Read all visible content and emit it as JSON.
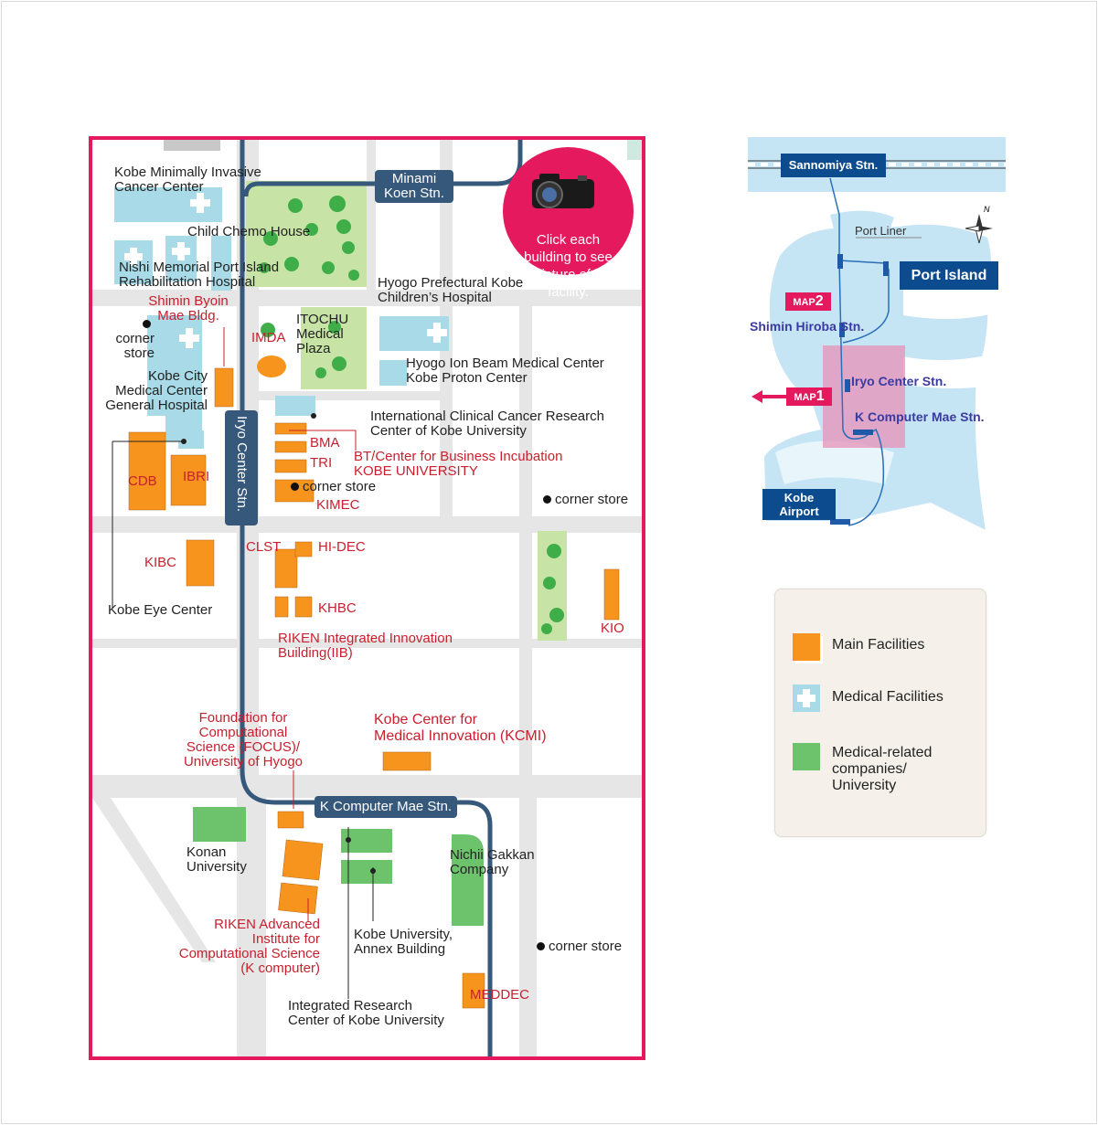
{
  "camera_note": "Click each\nbuilding to see\na picture of the\nfacility.",
  "stations": {
    "minami_koen": "Minami\nKoen Stn.",
    "iryo_center": "Iryo Center Stn.",
    "k_computer_mae": "K Computer Mae Stn."
  },
  "labels": {
    "kobe_minimally_invasive": "Kobe Minimally Invasive\nCancer Center",
    "child_chemo_house": "Child Chemo House",
    "nishi_memorial": "Nishi Memorial Port Island\nRehabilitation Hospital",
    "shimin_byoin_mae": "Shimin Byoin\nMae Bldg.",
    "hyogo_childrens": "Hyogo Prefectural Kobe\nChildren’s Hospital",
    "corner_store": "corner\nstore",
    "imda": "IMDA",
    "itochu": "ITOCHU\nMedical\nPlaza",
    "hyogo_ion": "Hyogo Ion Beam Medical Center\nKobe Proton Center",
    "kobe_city_medical": "Kobe City\nMedical Center\nGeneral Hospital",
    "intl_clinical": "International Clinical Cancer Research\nCenter of Kobe University",
    "bma": "BMA",
    "bt_center": "BT/Center for Business Incubation\nKOBE UNIVERSITY",
    "tri": "TRI",
    "cdb": "CDB",
    "ibri": "IBRI",
    "corner_store_2": "corner store",
    "kimec": "KIMEC",
    "corner_store_3": "corner store",
    "kibc": "KIBC",
    "clst": "CLST",
    "hi_dec": "HI-DEC",
    "kobe_eye": "Kobe Eye Center",
    "khbc": "KHBC",
    "kio": "KIO",
    "riken_iib": "RIKEN Integrated Innovation\nBuilding(IIB)",
    "focus": "Foundation for\nComputational\nScience (FOCUS)/\nUniversity of Hyogo",
    "kcmi": "Kobe Center for\nMedical Innovation (KCMI)",
    "konan": "Konan\nUniversity",
    "nichii": "Nichii Gakkan\nCompany",
    "riken_aics": "RIKEN Advanced\nInstitute for\nComputational Science\n(K computer)",
    "kobe_annex": "Kobe University,\nAnnex Building",
    "corner_store_4": "corner store",
    "meddec": "MEDDEC",
    "integrated_research": "Integrated Research\nCenter of Kobe University"
  },
  "overview": {
    "sannomiya": "Sannomiya Stn.",
    "port_liner": "Port Liner",
    "port_island": "Port Island",
    "map2": "MAP",
    "map2_num": "2",
    "shimin_hiroba": "Shimin\nHiroba Stn.",
    "iryo_center": "Iryo Center Stn.",
    "map1": "MAP",
    "map1_num": "1",
    "k_computer_mae": "K Computer Mae Stn.",
    "kobe_airport": "Kobe\nAirport",
    "compass_n": "N"
  },
  "legend": {
    "main": "Main Facilities",
    "medical": "Medical Facilities",
    "related": "Medical-related\ncompanies/\nUniversity"
  },
  "colors": {
    "border": "#e5195d",
    "main_facility": "#f7941d",
    "medical_facility": "#a8dbe7",
    "related_facility": "#6cc36b",
    "station": "#35587b",
    "island": "#c5e5f5"
  }
}
